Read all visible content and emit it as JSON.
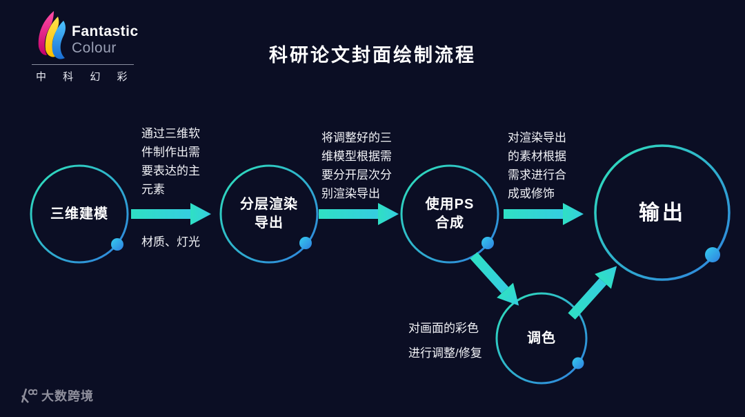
{
  "title": "科研论文封面绘制流程",
  "logo": {
    "brand_top": "Fantastic",
    "brand_bottom": "Colour",
    "chinese": "中 科 幻 彩"
  },
  "flow": {
    "nodes": [
      {
        "id": "3d-modeling",
        "label": "三维建模"
      },
      {
        "id": "layered-render-export",
        "label": "分层渲染\n导出"
      },
      {
        "id": "ps-compose",
        "label": "使用PS\n合成"
      },
      {
        "id": "output",
        "label": "输出"
      },
      {
        "id": "color-grading",
        "label": "调色"
      }
    ],
    "annotations": [
      {
        "id": "modeling-note",
        "text": "通过三维软\n件制作出需\n要表达的主\n元素"
      },
      {
        "id": "material-light-note",
        "text": "材质、灯光"
      },
      {
        "id": "render-note",
        "text": "将调整好的三\n维模型根据需\n要分开层次分\n别渲染导出"
      },
      {
        "id": "compose-note",
        "text": "对渲染导出\n的素材根据\n需求进行合\n成或修饰"
      },
      {
        "id": "grading-note",
        "text": "对画面的彩色\n进行调整/修复"
      }
    ]
  },
  "watermark": {
    "text": "大数跨境"
  },
  "colors": {
    "background": "#0b0e24",
    "circle_gradient_start": "#2fe3b9",
    "circle_gradient_end": "#2f7fe0",
    "arrow_start": "#2fe0c4",
    "arrow_end": "#35cde0",
    "title_text": "#ffffff",
    "watermark_text": "#8f8f9c"
  }
}
